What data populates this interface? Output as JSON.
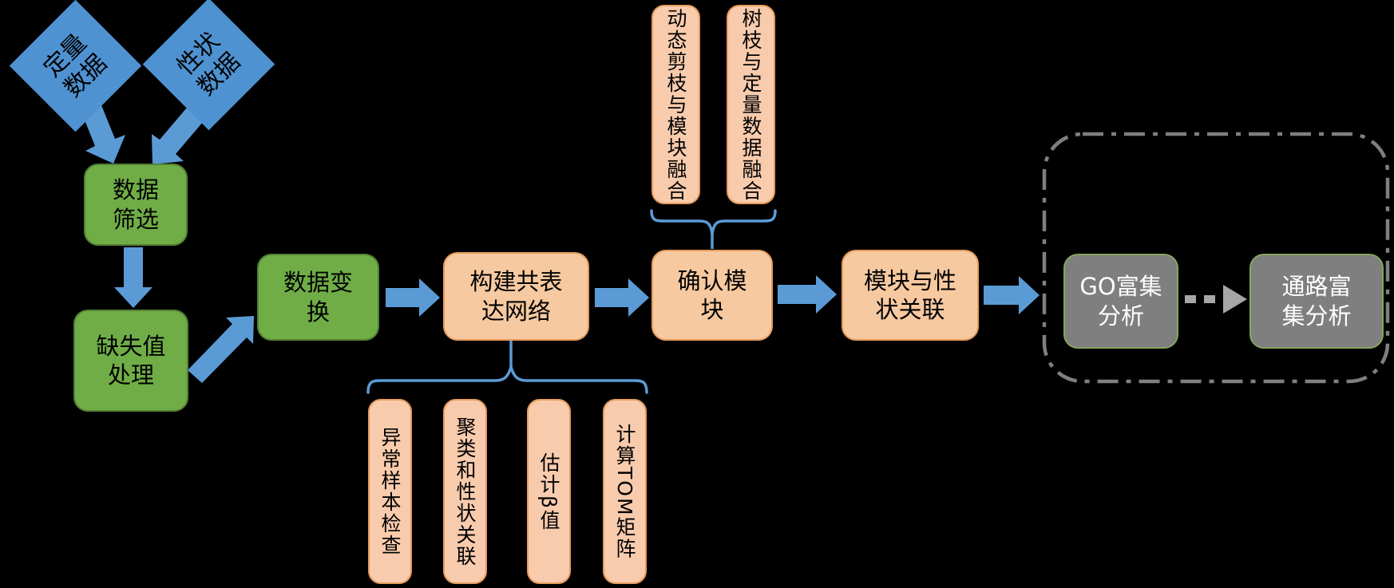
{
  "colors": {
    "background": "#000000",
    "input_diamond_blue": "#4F92D1",
    "green_fill": "#70AD47",
    "green_border": "#538135",
    "orange_fill": "#F6C9A0",
    "orange_border": "#E59C5C",
    "gray_fill": "#7F7F7F",
    "arrow_blue": "#5B9BD5",
    "arrow_gray": "#A6A6A6",
    "dashed_group_border": "#7F7F7F"
  },
  "nodes": {
    "quant": {
      "label": "定量\n数据"
    },
    "trait": {
      "label": "性状\n数据"
    },
    "filter": {
      "label": "数据\n筛选"
    },
    "missing": {
      "label": "缺失值\n处理"
    },
    "transform": {
      "label": "数据变\n换"
    },
    "network": {
      "label": "构建共表\n达网络"
    },
    "modules": {
      "label": "确认模\n块"
    },
    "module_trait": {
      "label": "模块与性\n状关联"
    },
    "go": {
      "label": "GO富集\n分析"
    },
    "pathway": {
      "label": "通路富\n集分析"
    }
  },
  "network_substeps": [
    {
      "label": "异常样本检查"
    },
    {
      "label": "聚类和性状关联"
    },
    {
      "label": "估计β值"
    },
    {
      "label": "计算TOM矩阵"
    }
  ],
  "module_substeps": [
    {
      "label": "动态剪枝与模块融合"
    },
    {
      "label": "树枝与定量数据融合"
    }
  ]
}
